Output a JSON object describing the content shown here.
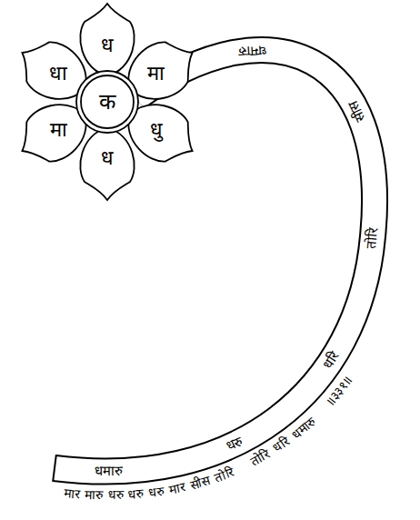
{
  "diagram": {
    "nodes": [
      {
        "text": [
          "क"
        ]
      },
      {
        "text": [
          "ध"
        ]
      },
      {
        "text": [
          "मा"
        ]
      },
      {
        "text": [
          "धु"
        ]
      },
      {
        "text": [
          "ध"
        ]
      },
      {
        "text": [
          "मा"
        ]
      },
      {
        "text": [
          "धा"
        ]
      },
      {
        "text": [
          "धमारु",
          "धरु",
          "धरि",
          "तोरि",
          "सीस",
          "धमारु"
        ]
      }
    ],
    "labels": [
      "मार मारु धरु धरु धरु मार सीस तोरि",
      "तोरि धरि धमारु",
      "॥३३१॥"
    ]
  }
}
